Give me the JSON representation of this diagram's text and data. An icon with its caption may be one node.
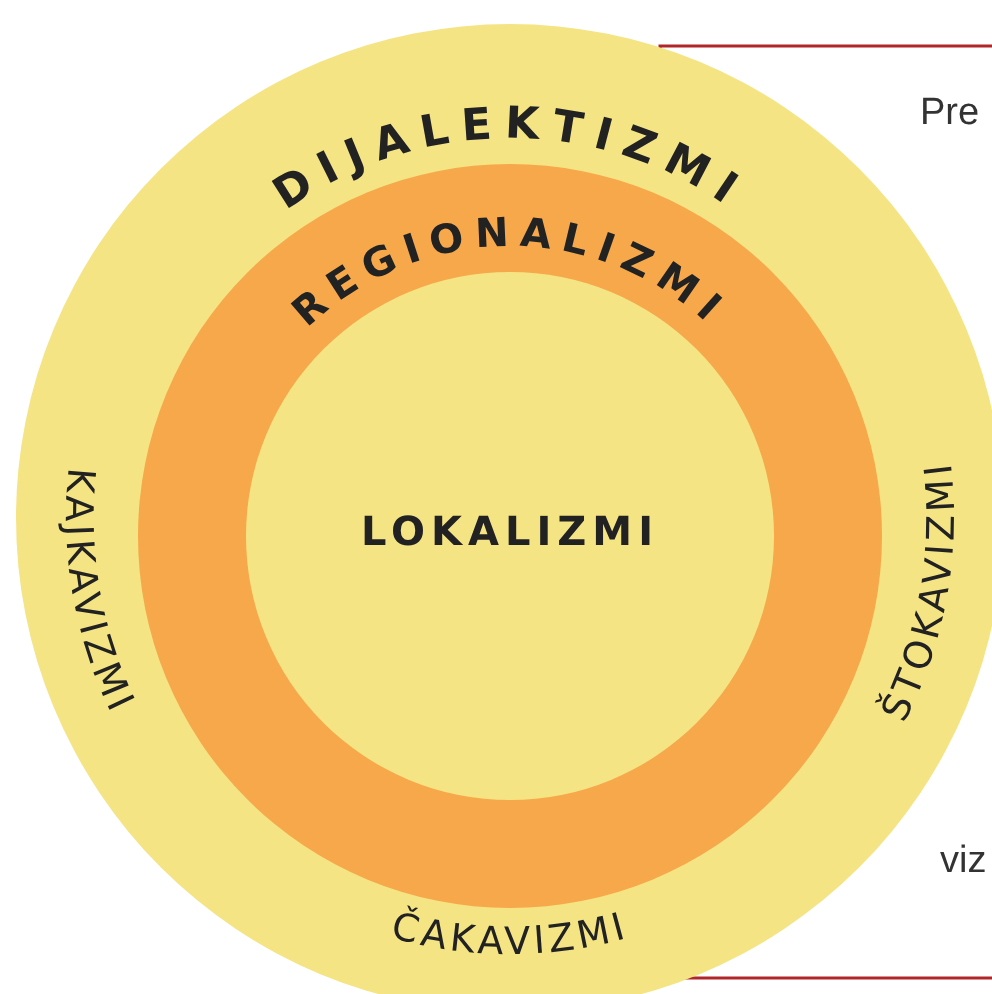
{
  "diagram": {
    "nodes": [
      {
        "text": [
          "DIJALEKTIZMI",
          "KAJKAVIZMI",
          "ČAKAVIZMI",
          "ŠTOKAVIZMI"
        ]
      },
      {
        "text": [
          "REGIONALIZMI"
        ],
        "in": 0
      },
      {
        "text": [
          "LOKALIZMI"
        ],
        "in": 1
      }
    ],
    "edges": [],
    "labels": [
      "Pre",
      "viz"
    ]
  }
}
